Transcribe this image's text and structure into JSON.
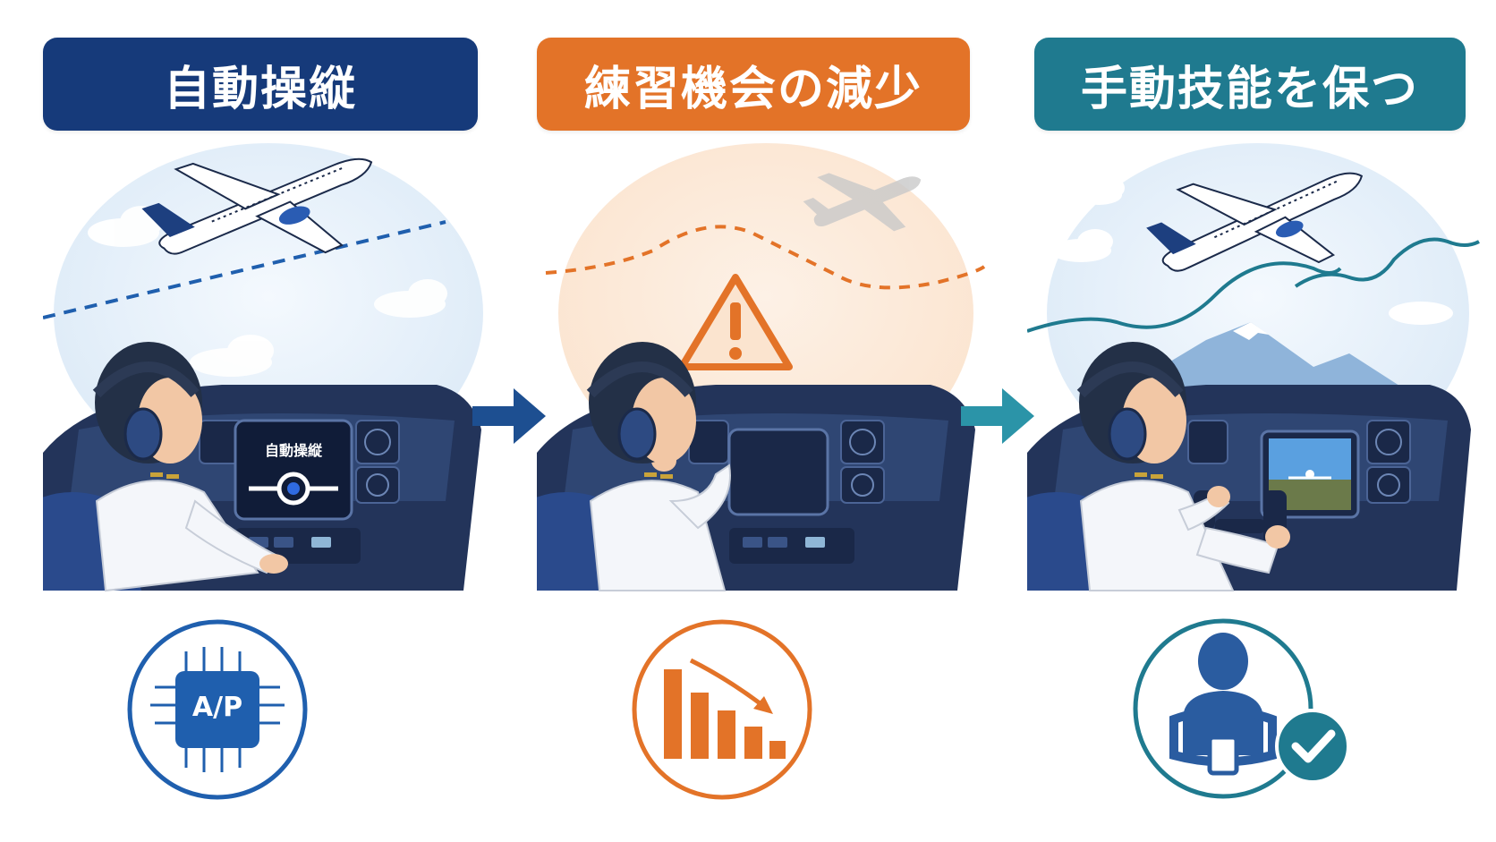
{
  "panels": [
    {
      "title": "自動操縦",
      "screen_label": "自動操縦",
      "chip_label": "A/P",
      "color": "#163a7a",
      "icon": "autopilot-chip-icon"
    },
    {
      "title": "練習機会の減少",
      "color": "#e37328",
      "icon": "declining-bar-chart-icon"
    },
    {
      "title": "手動技能を保つ",
      "color": "#1f7a8f",
      "icon": "pilot-yoke-check-icon"
    }
  ],
  "arrows": [
    {
      "color": "#1d4f91"
    },
    {
      "color": "#2b94a8"
    }
  ]
}
